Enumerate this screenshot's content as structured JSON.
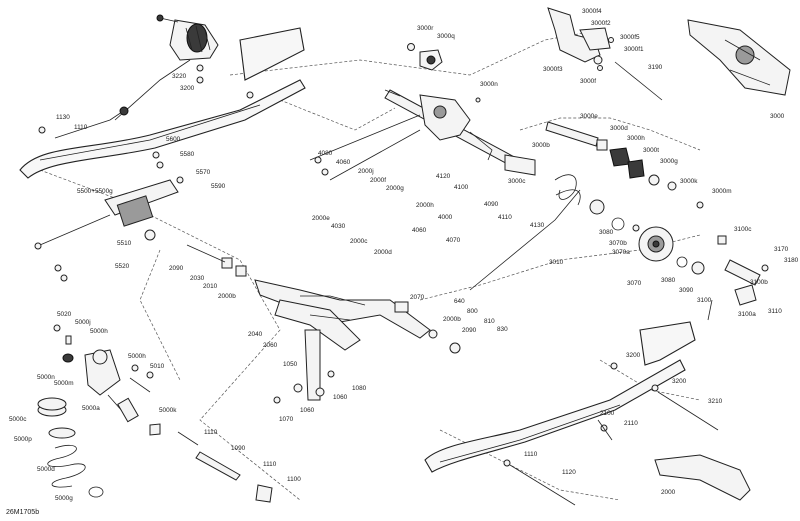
{
  "diagram": {
    "document_code": "26M1705b",
    "part_labels": [
      "3000r",
      "3000q",
      "3000f4",
      "3000f2",
      "3000f5",
      "3000f1",
      "3000f3",
      "3000f",
      "3190",
      "3000",
      "3220",
      "3200",
      "1130",
      "1110",
      "3000n",
      "3000e",
      "3000d",
      "3000h",
      "3000t",
      "3000b",
      "3000c",
      "3000g",
      "3000k",
      "3000m",
      "5600",
      "5580",
      "4080",
      "4060",
      "2000j",
      "2000f",
      "2000g",
      "4120",
      "4100",
      "4090",
      "4110",
      "4130",
      "5570",
      "5590",
      "5500+5500g",
      "2000e",
      "4030",
      "2000c",
      "2000h",
      "4000",
      "2000d",
      "4060",
      "4070",
      "3080",
      "3070b",
      "3070a",
      "3100c",
      "3170",
      "3180",
      "5510",
      "5520",
      "3010",
      "3070",
      "3080",
      "3090",
      "3100b",
      "3100",
      "3110",
      "3100a",
      "2090",
      "2030",
      "2010",
      "2000b",
      "2070",
      "640",
      "800",
      "810",
      "830",
      "2040",
      "2060",
      "5020",
      "5000j",
      "5000h",
      "5000n",
      "5000m",
      "5000h",
      "5010",
      "5000a",
      "5000k",
      "5000c",
      "5000p",
      "5000d",
      "5000g",
      "1050",
      "1080",
      "1060",
      "1060",
      "1070",
      "2000b",
      "2090",
      "1110",
      "1090",
      "1110",
      "1100",
      "1110",
      "1120",
      "3200",
      "3200",
      "3210",
      "2100",
      "2110",
      "2000"
    ]
  }
}
